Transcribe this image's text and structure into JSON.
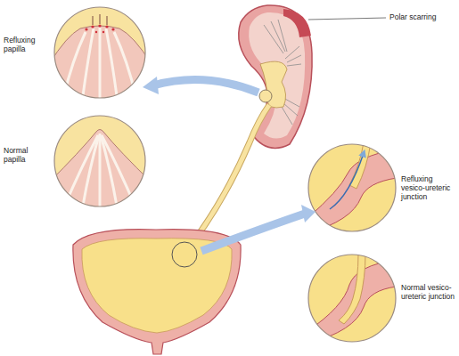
{
  "diagram": {
    "labels": [
      "Polar scarring",
      "Refluxing papilla",
      "Normal papilla",
      "Refluxing vesico-ureteric junction",
      "Normal vesico-ureteric junction"
    ]
  }
}
